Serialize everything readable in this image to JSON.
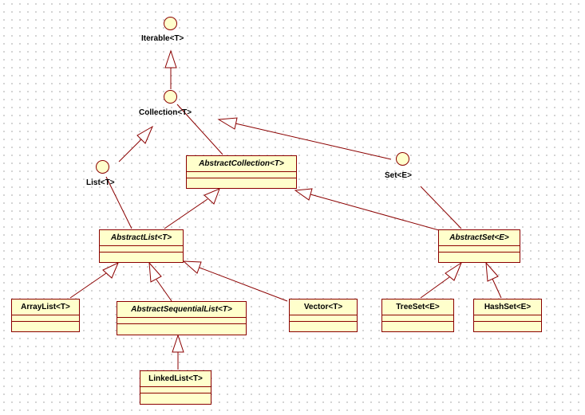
{
  "interfaces": {
    "iterable": "Iterable<T>",
    "collection": "Collection<T>",
    "list": "List<T>",
    "set": "Set<E>"
  },
  "classes": {
    "abstract_collection": "AbstractCollection<T>",
    "abstract_list": "AbstractList<T>",
    "abstract_set": "AbstractSet<E>",
    "array_list": "ArrayList<T>",
    "abstract_sequential_list": "AbstractSequentialList<T>",
    "vector": "Vector<T>",
    "tree_set": "TreeSet<E>",
    "hash_set": "HashSet<E>",
    "linked_list": "LinkedList<T>"
  },
  "colors": {
    "fill": "#ffffcc",
    "stroke": "#8b0000"
  }
}
